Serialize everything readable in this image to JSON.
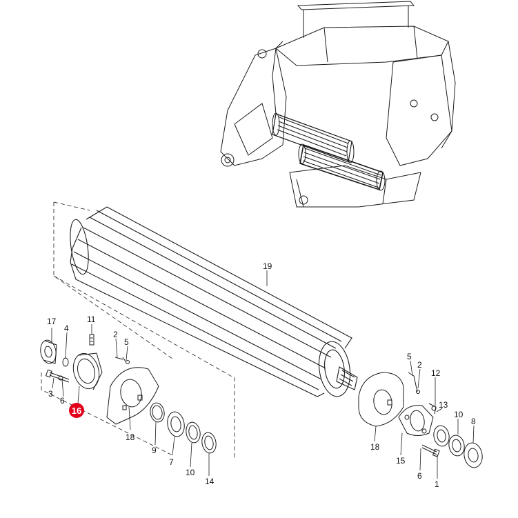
{
  "callouts": {
    "c19": "19",
    "c17": "17",
    "c4": "4",
    "c11": "11",
    "c2_left": "2",
    "c5_left": "5",
    "c3": "3",
    "c6_left": "6",
    "c16": "16",
    "c18_left": "18",
    "c9": "9",
    "c7": "7",
    "c10": "10",
    "c14": "14",
    "c5_right": "5",
    "c2_right": "2",
    "c12": "12",
    "c13": "13",
    "c10_right": "10",
    "c8": "8",
    "c18_right": "18",
    "c15": "15",
    "c6_right": "6",
    "c1": "1"
  },
  "colors": {
    "line": "#1a1a1a",
    "highlight": "#e3001b"
  }
}
